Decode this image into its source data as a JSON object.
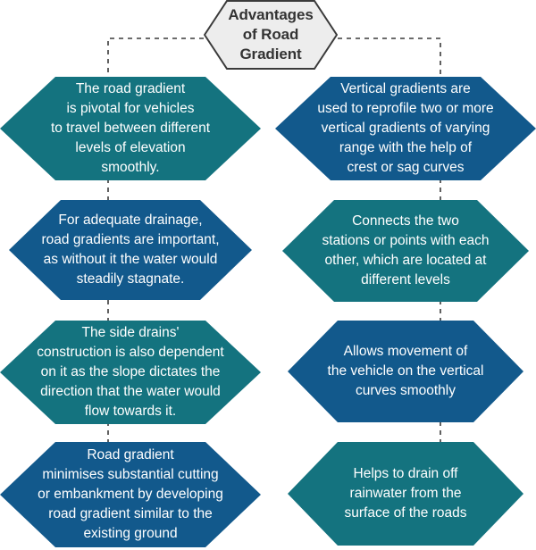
{
  "diagram": {
    "type": "hexagon-flow-chart",
    "title": "Advantages\nof Road\nGradient",
    "title_colors": {
      "fill": "#ededed",
      "border": "#3a3a3a",
      "text": "#333333"
    },
    "connector_color": "#3a3a3a",
    "connector_style": "dashed",
    "palette": {
      "teal": "#14737f",
      "blue": "#12598c",
      "text": "#ffffff",
      "background": "#ffffff"
    },
    "columns": [
      {
        "side": "left",
        "nodes": [
          {
            "id": "left-1",
            "text": "The road gradient\nis pivotal for vehicles\nto travel between different\nlevels of elevation\nsmoothly.",
            "color": "teal",
            "hex": "#14737f"
          },
          {
            "id": "left-2",
            "text": "For adequate drainage,\nroad gradients are important,\nas without it the water would\nsteadily stagnate.",
            "color": "blue",
            "hex": "#12598c"
          },
          {
            "id": "left-3",
            "text": "The side drains'\nconstruction is also dependent\non it as the slope dictates the\ndirection that the water would\nflow towards it.",
            "color": "teal",
            "hex": "#14737f"
          },
          {
            "id": "left-4",
            "text": "Road gradient\nminimises substantial cutting\nor embankment by developing\nroad gradient similar to the\nexisting ground",
            "color": "blue",
            "hex": "#12598c"
          }
        ]
      },
      {
        "side": "right",
        "nodes": [
          {
            "id": "right-1",
            "text": "Vertical gradients are\nused to reprofile two or more\nvertical gradients of varying\nrange with the help of\ncrest or sag curves",
            "color": "blue",
            "hex": "#12598c"
          },
          {
            "id": "right-2",
            "text": "Connects the two\nstations or points with each\nother, which are located at\ndifferent levels",
            "color": "teal",
            "hex": "#14737f"
          },
          {
            "id": "right-3",
            "text": "Allows movement of\nthe vehicle on the vertical\ncurves smoothly",
            "color": "blue",
            "hex": "#12598c"
          },
          {
            "id": "right-4",
            "text": "Helps to drain off\nrainwater from the\nsurface of the roads",
            "color": "teal",
            "hex": "#14737f"
          }
        ]
      }
    ]
  }
}
